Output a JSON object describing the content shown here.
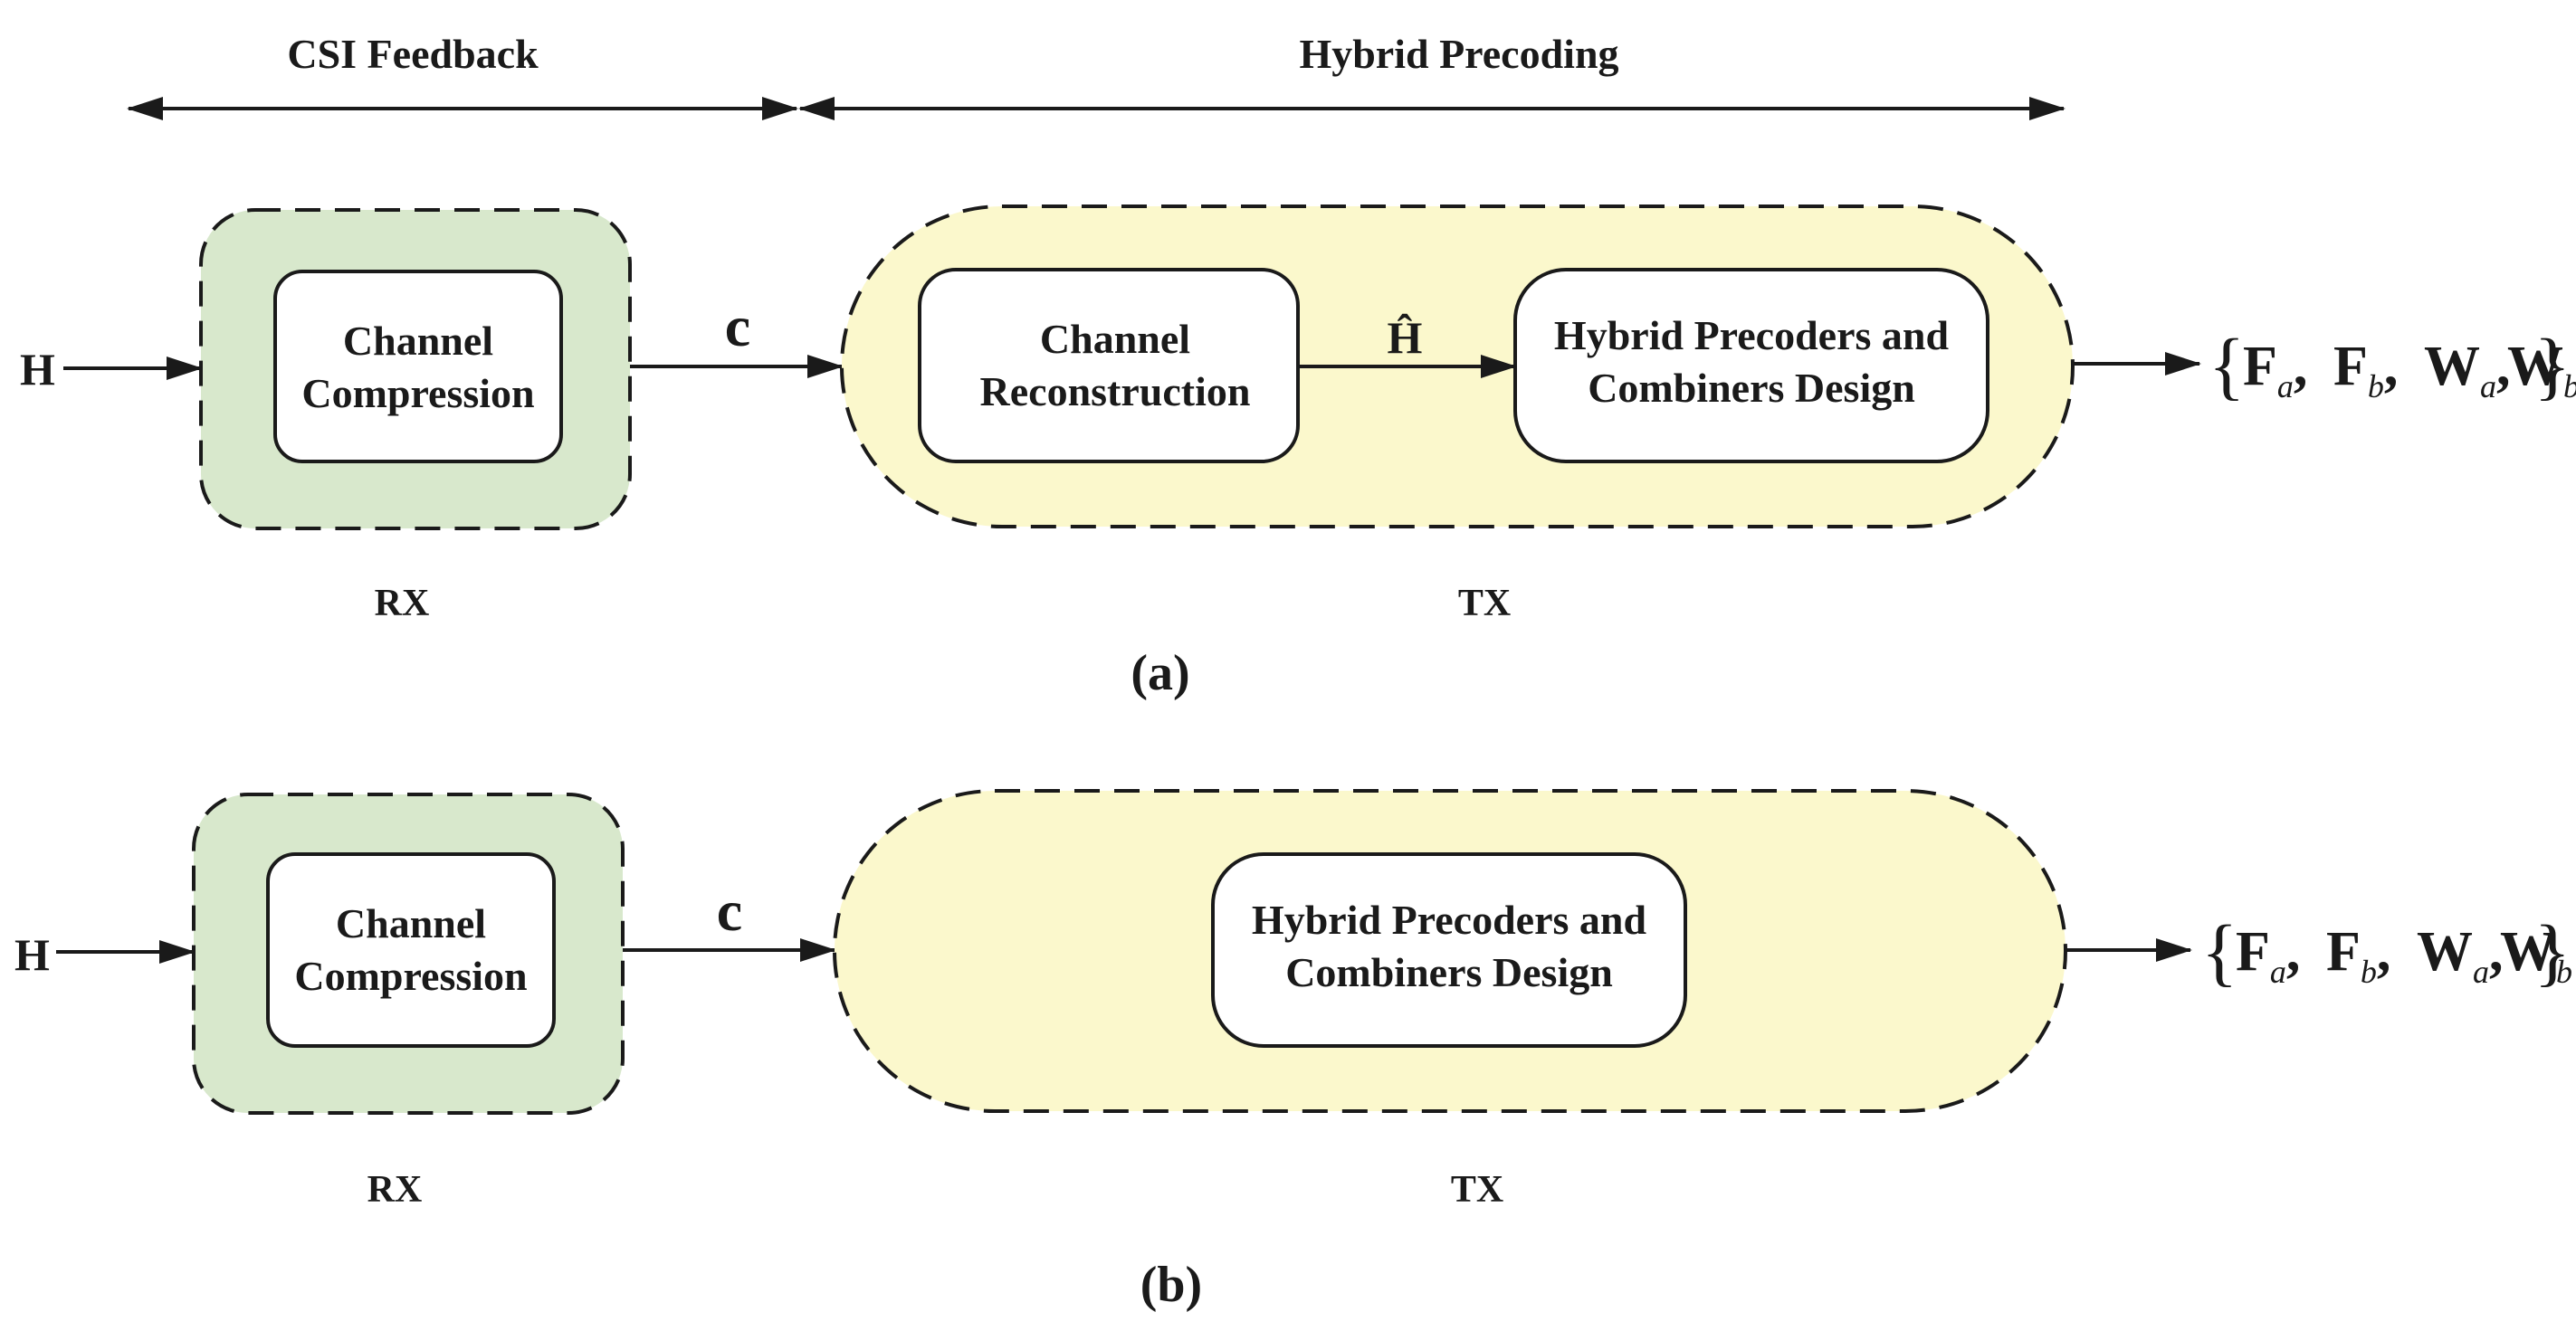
{
  "header": {
    "csi_feedback": "CSI Feedback",
    "hybrid_precoding": "Hybrid Precoding"
  },
  "panel_a": {
    "input": "H",
    "rx_block": [
      "Channel",
      "Compression"
    ],
    "feedback_symbol": "c",
    "tx_block_1": [
      "Channel",
      "Reconstruction"
    ],
    "estimate_symbol": "Ĥ",
    "tx_block_2": [
      "Hybrid Precoders and",
      "Combiners Design"
    ],
    "rx_label": "RX",
    "tx_label": "TX",
    "caption": "(a)"
  },
  "panel_b": {
    "input": "H",
    "rx_block": [
      "Channel",
      "Compression"
    ],
    "feedback_symbol": "c",
    "tx_block": [
      "Hybrid Precoders and",
      "Combiners Design"
    ],
    "rx_label": "RX",
    "tx_label": "TX",
    "caption": "(b)"
  },
  "output": {
    "brace_open": "{",
    "brace_close": "}",
    "sep": ",",
    "items": [
      {
        "base": "F",
        "sub": "a"
      },
      {
        "base": "F",
        "sub": "b"
      },
      {
        "base": "W",
        "sub": "a"
      },
      {
        "base": "W",
        "sub": "b"
      }
    ]
  },
  "colors": {
    "rx_fill": "#d8e8cc",
    "tx_fill": "#fbf8cc",
    "stroke": "#1a1a1a",
    "block_fill": "#ffffff"
  }
}
